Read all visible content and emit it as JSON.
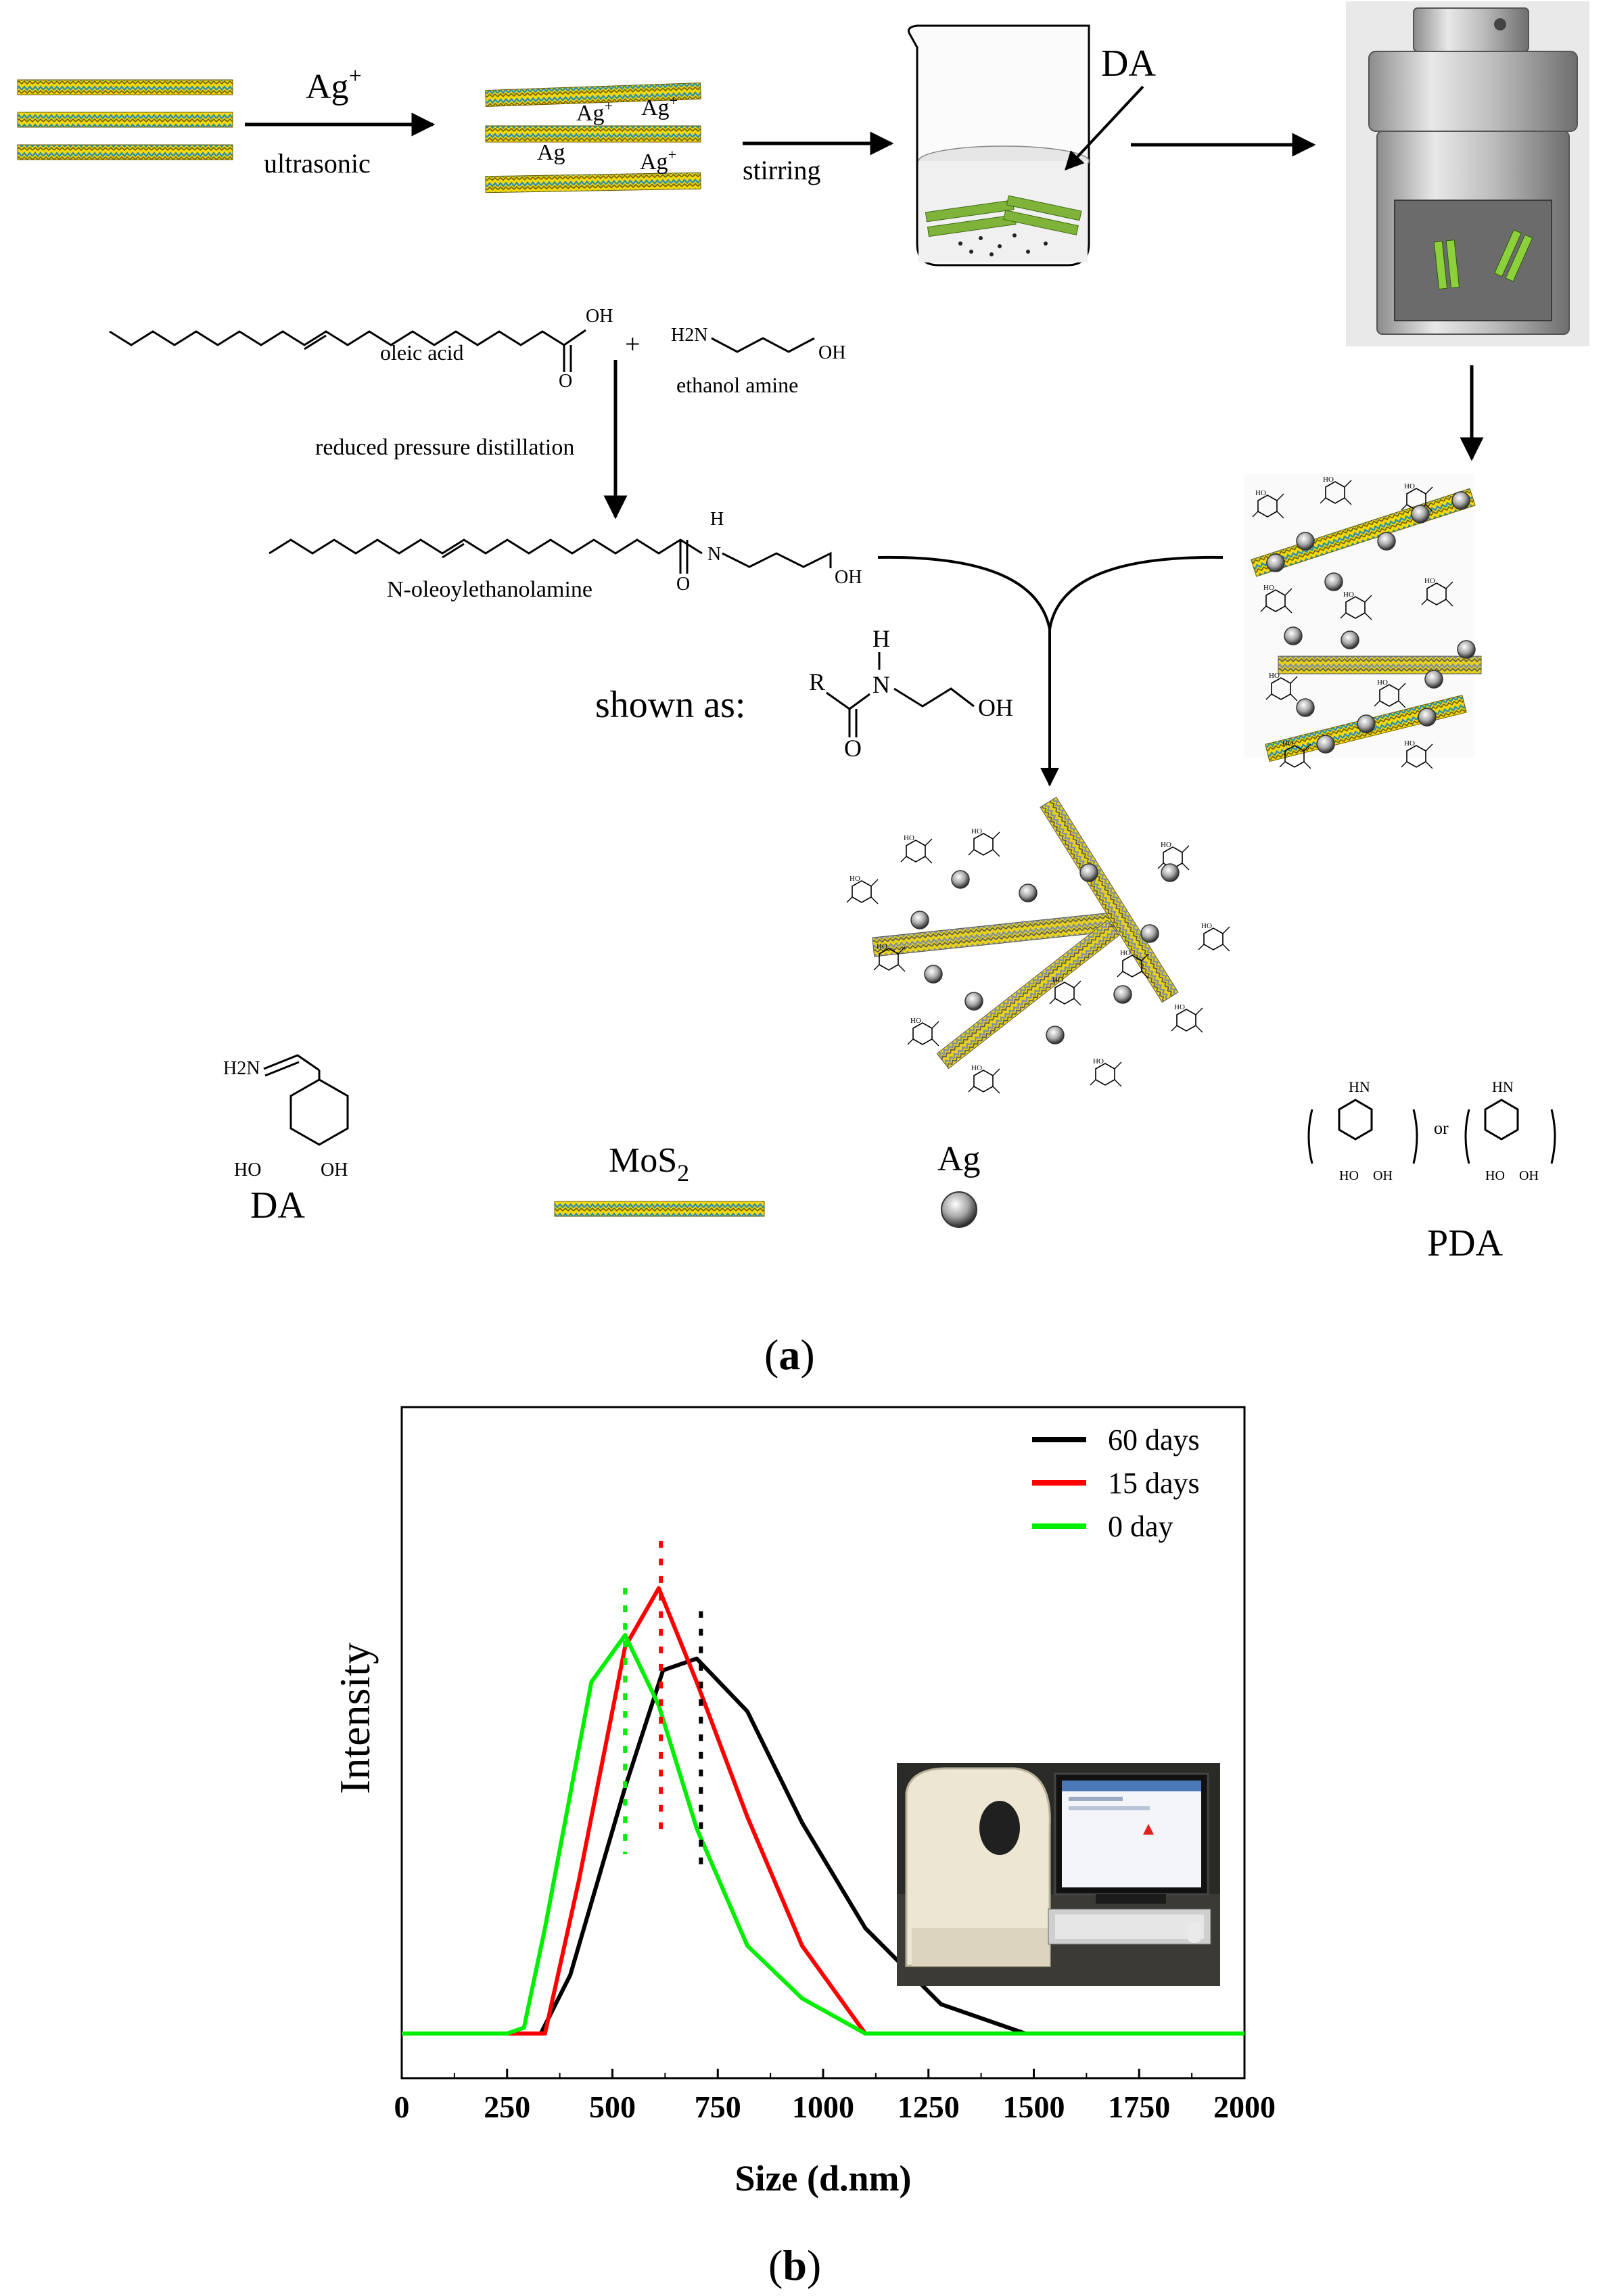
{
  "scheme": {
    "step1_reagent": "Ag",
    "step1_reagent_charge": "+",
    "step1_condition": "ultrasonic",
    "ag_ion": "Ag",
    "ag_ion_charge": "+",
    "step2_condition": "stirring",
    "beaker_label": "DA",
    "oleic_acid": "oleic acid",
    "ethanol_amine": "ethanol amine",
    "oh_label": "OH",
    "h2n_label": "H2N",
    "plus": "+",
    "distillation": "reduced pressure distillation",
    "product_name": "N-oleoylethanolamine",
    "nh_label": "H",
    "n_label": "N",
    "r_label": "R",
    "o_label": "O",
    "shown_as": "shown as:",
    "legend_da": "DA",
    "legend_mos2_base": "MoS",
    "legend_mos2_sub": "2",
    "legend_ag": "Ag",
    "legend_pda": "PDA",
    "pda_or": "or",
    "hn_label": "HN",
    "ho_label": "HO",
    "panel_label_a": "a"
  },
  "chart_data": {
    "type": "line",
    "xlabel": "Size (d.nm)",
    "ylabel": "Intensity",
    "xlim": [
      0,
      2000
    ],
    "xticks": [
      "0",
      "250",
      "500",
      "750",
      "1000",
      "1250",
      "1500",
      "1750",
      "2000"
    ],
    "ylim": [
      0,
      100
    ],
    "legend_position": "top-right",
    "series": [
      {
        "name": "60 days",
        "color": "#000000",
        "x": [
          0,
          250,
          330,
          400,
          530,
          620,
          700,
          820,
          950,
          1100,
          1280,
          1480,
          2000
        ],
        "y": [
          0,
          0,
          0,
          10,
          42,
          62,
          64,
          55,
          36,
          18,
          5,
          0,
          0
        ],
        "peak": 710
      },
      {
        "name": "15 days",
        "color": "#ff0000",
        "x": [
          0,
          250,
          340,
          420,
          530,
          610,
          700,
          820,
          950,
          1100,
          2000
        ],
        "y": [
          0,
          0,
          0,
          26,
          66,
          76,
          60,
          37,
          15,
          0,
          0
        ],
        "peak": 615
      },
      {
        "name": "0 day",
        "color": "#00ee00",
        "x": [
          0,
          250,
          290,
          340,
          450,
          530,
          610,
          700,
          820,
          950,
          1100,
          2000
        ],
        "y": [
          0,
          0,
          1,
          18,
          60,
          68,
          56,
          35,
          15,
          6,
          0,
          0
        ],
        "peak": 530
      }
    ],
    "panel_label_b": "b"
  }
}
